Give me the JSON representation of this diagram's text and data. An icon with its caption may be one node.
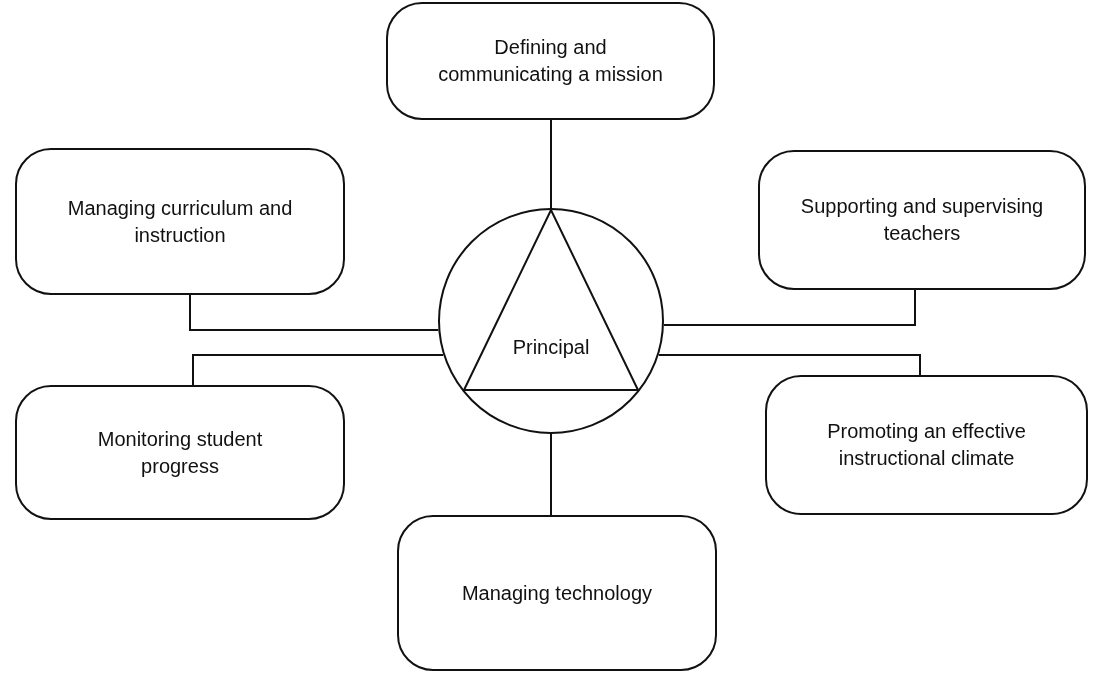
{
  "diagram": {
    "nodes": [
      {
        "text": [
          "Defining and communicating a mission"
        ]
      },
      {
        "text": [
          "Managing curriculum and instruction"
        ]
      },
      {
        "text": [
          "Supporting and supervising teachers"
        ]
      },
      {
        "text": [
          "Principal"
        ]
      },
      {
        "text": [
          "Monitoring student progress"
        ]
      },
      {
        "text": [
          "Promoting an effective instructional climate"
        ]
      },
      {
        "text": [
          "Managing technology"
        ]
      }
    ],
    "edges": [
      {
        "from": 3,
        "to": 0,
        "arrow": "none"
      },
      {
        "from": 3,
        "to": 1,
        "arrow": "none"
      },
      {
        "from": 3,
        "to": 2,
        "arrow": "none"
      },
      {
        "from": 3,
        "to": 4,
        "arrow": "none"
      },
      {
        "from": 3,
        "to": 5,
        "arrow": "none"
      },
      {
        "from": 3,
        "to": 6,
        "arrow": "none"
      }
    ]
  }
}
